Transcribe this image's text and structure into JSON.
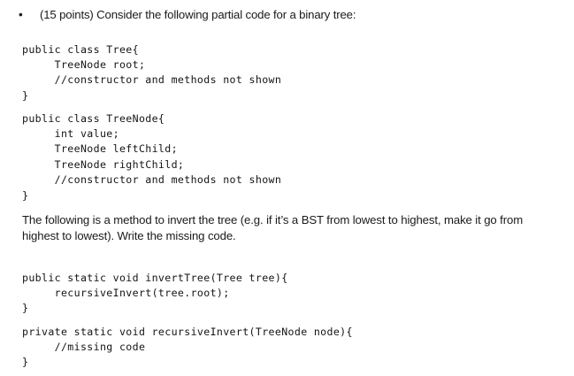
{
  "document": {
    "background_color": "#ffffff",
    "text_color": "#1a1a1a",
    "question": {
      "bullet_glyph": "•",
      "text": "(15 points) Consider the following partial code for a binary tree:"
    },
    "instruction_paragraph": "The following is a method to invert the tree (e.g. if it’s a BST from lowest to highest, make it go from highest to lowest). Write the missing code.",
    "code_blocks": [
      {
        "id": "tree-class",
        "lines": [
          "public class Tree{",
          "     TreeNode root;",
          "     //constructor and methods not shown",
          "}"
        ]
      },
      {
        "id": "treenode-class",
        "lines": [
          "public class TreeNode{",
          "     int value;",
          "     TreeNode leftChild;",
          "     TreeNode rightChild;",
          "     //constructor and methods not shown",
          "}"
        ]
      },
      {
        "id": "inverttree-method",
        "lines": [
          "public static void invertTree(Tree tree){",
          "     recursiveInvert(tree.root);",
          "}"
        ]
      },
      {
        "id": "recursiveinvert-method",
        "lines": [
          "private static void recursiveInvert(TreeNode node){",
          "     //missing code",
          "}"
        ]
      }
    ]
  }
}
